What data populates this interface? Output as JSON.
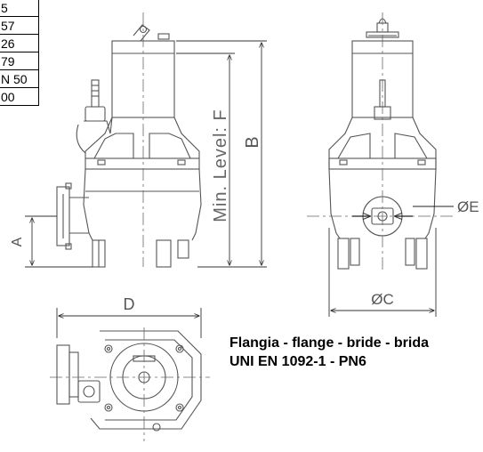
{
  "table": {
    "rows": [
      "5",
      "57",
      "26",
      "79",
      "N 50",
      "00"
    ]
  },
  "labels": {
    "A": "A",
    "B": "B",
    "D": "D",
    "E": "ØE",
    "C": "ØC",
    "F": "Min. Level: F"
  },
  "caption": {
    "line1": "Flangia - flange - bride - brida",
    "line2": "UNI EN 1092-1 - PN6"
  },
  "colors": {
    "outline": "#555555",
    "dimension": "#333333",
    "caption": "#000000"
  }
}
